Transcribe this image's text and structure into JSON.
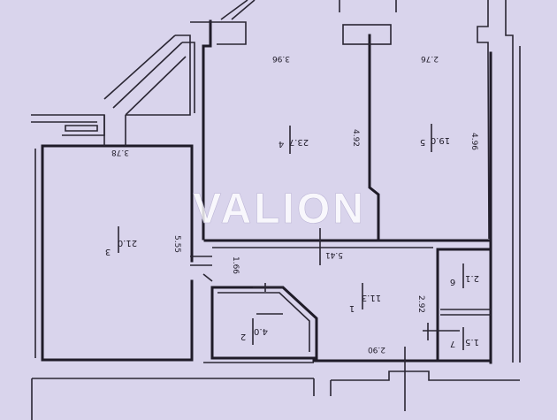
{
  "watermark": "VALION",
  "rooms": [
    {
      "number": "1",
      "area": "11.3"
    },
    {
      "number": "2",
      "area": "4.0"
    },
    {
      "number": "3",
      "area": "21.0"
    },
    {
      "number": "4",
      "area": "23.7"
    },
    {
      "number": "5",
      "area": "19.0"
    },
    {
      "number": "6",
      "area": "2.1"
    },
    {
      "number": "7",
      "area": "1.5"
    }
  ],
  "dimensions": {
    "d1": "3.96",
    "d2": "2.76",
    "d3": "3.78",
    "d4": "4.92",
    "d5": "4.96",
    "d6": "5.55",
    "d7": "1.66",
    "d8": "5.41",
    "d9": "2.92",
    "d10": "2.90"
  },
  "colors": {
    "paper": "#d9d4ec",
    "ink": "#1f1b28"
  }
}
